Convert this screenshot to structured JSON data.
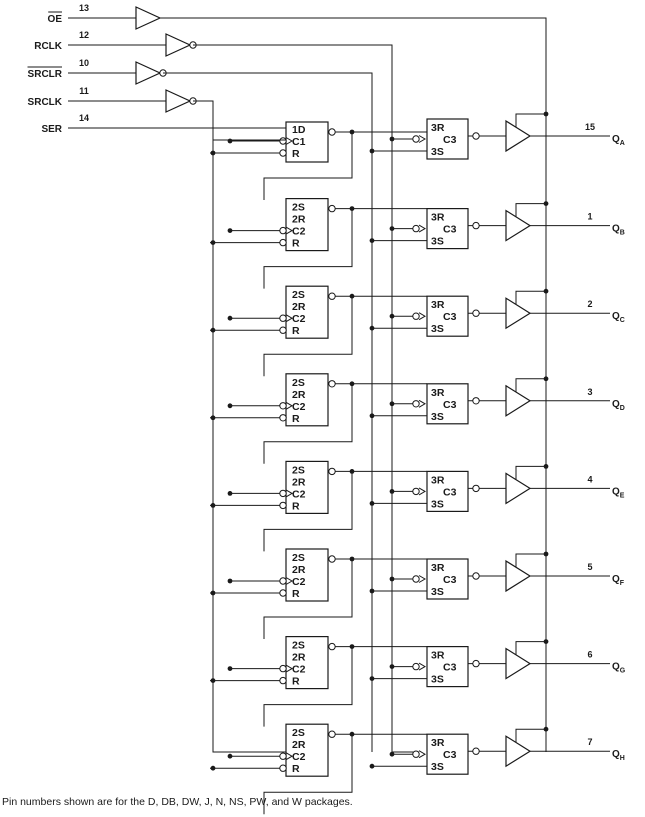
{
  "inputs": [
    {
      "label": "OE",
      "pin": "13",
      "overbar": true
    },
    {
      "label": "RCLK",
      "pin": "12",
      "overbar": false
    },
    {
      "label": "SRCLR",
      "pin": "10",
      "overbar": true
    },
    {
      "label": "SRCLK",
      "pin": "11",
      "overbar": false
    },
    {
      "label": "SER",
      "pin": "14",
      "overbar": false
    }
  ],
  "first_stage": {
    "d": "1D",
    "clk": "C1",
    "r": "R"
  },
  "shift_stage": {
    "s": "2S",
    "r2": "2R",
    "clk": "C2",
    "r": "R"
  },
  "storage_stage": {
    "r": "3R",
    "clk": "C3",
    "s": "3S"
  },
  "outputs": [
    {
      "name": "Q",
      "sub": "A",
      "pin": "15"
    },
    {
      "name": "Q",
      "sub": "B",
      "pin": "1"
    },
    {
      "name": "Q",
      "sub": "C",
      "pin": "2"
    },
    {
      "name": "Q",
      "sub": "D",
      "pin": "3"
    },
    {
      "name": "Q",
      "sub": "E",
      "pin": "4"
    },
    {
      "name": "Q",
      "sub": "F",
      "pin": "5"
    },
    {
      "name": "Q",
      "sub": "G",
      "pin": "6"
    },
    {
      "name": "Q",
      "sub": "H",
      "pin": "7"
    }
  ],
  "footnote": "Pin numbers shown are for the D, DB, DW, J, N, NS, PW, and W packages."
}
